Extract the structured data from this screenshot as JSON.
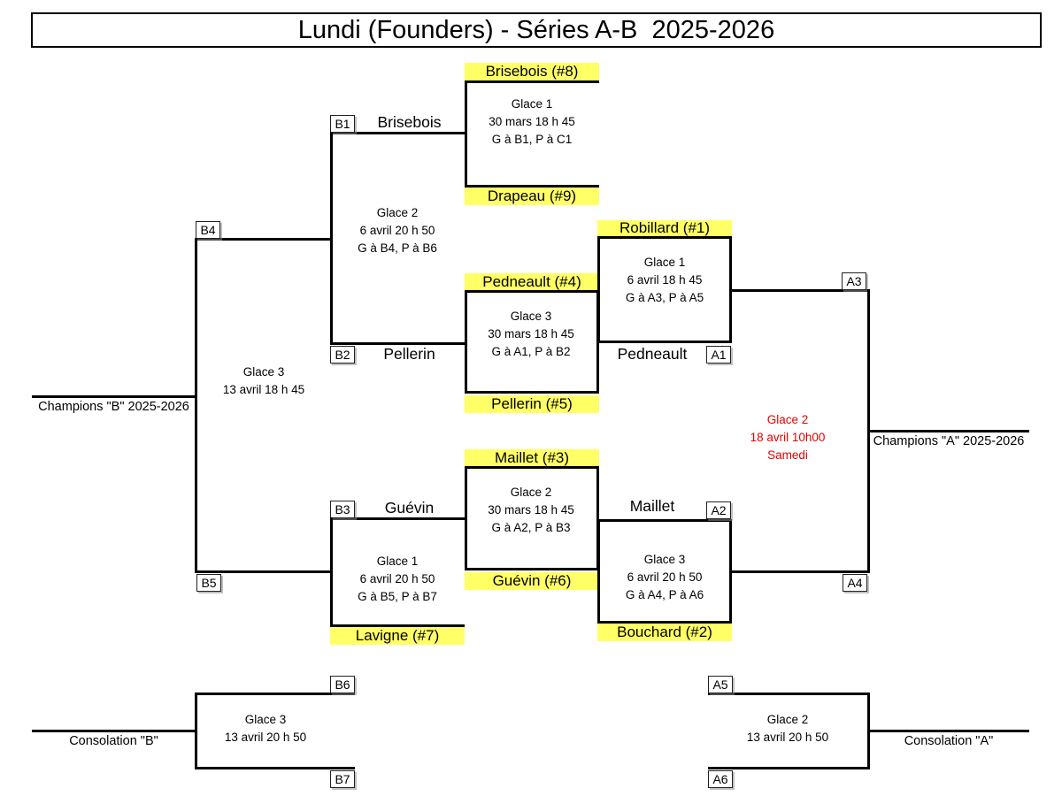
{
  "title": "Lundi (Founders) - Séries A-B  2025-2026",
  "colors": {
    "highlight_yellow": "#ffff66",
    "final_red": "#e60000",
    "line_black": "#000000"
  },
  "seeds": {
    "brisebois": "Brisebois (#8)",
    "drapeau": "Drapeau (#9)",
    "robillard": "Robillard (#1)",
    "pedneault": "Pedneault (#4)",
    "pellerin": "Pellerin (#5)",
    "maillet": "Maillet (#3)",
    "guevin": "Guévin (#6)",
    "lavigne": "Lavigne (#7)",
    "bouchard": "Bouchard (#2)"
  },
  "slots": {
    "b1": "B1",
    "b2": "B2",
    "b3": "B3",
    "b4": "B4",
    "b5": "B5",
    "b6": "B6",
    "b7": "B7",
    "a1": "A1",
    "a2": "A2",
    "a3": "A3",
    "a4": "A4",
    "a5": "A5",
    "a6": "A6"
  },
  "advancers": {
    "b1": "Brisebois",
    "b2": "Pellerin",
    "b3": "Guévin",
    "a1": "Pedneault",
    "a2": "Maillet"
  },
  "matches": {
    "playin_b": {
      "venue": "Glace 1",
      "datetime": "30 mars 18 h 45",
      "result": "G à B1, P à C1"
    },
    "b1_vs_b2": {
      "venue": "Glace 2",
      "datetime": "6 avril 20 h 50",
      "result": "G à B4, P à B6"
    },
    "quarter_a_top": {
      "venue": "Glace 3",
      "datetime": "30 mars 18 h 45",
      "result": "G à A1, P à B2"
    },
    "semi_a_top": {
      "venue": "Glace 1",
      "datetime": "6 avril 18 h 45",
      "result": "G à A3, P à A5"
    },
    "final_b": {
      "venue": "Glace 3",
      "datetime": "13 avril 18 h 45"
    },
    "final_a": {
      "venue": "Glace 2",
      "datetime": "18 avril 10h00",
      "note": "Samedi"
    },
    "quarter_a_bottom": {
      "venue": "Glace 2",
      "datetime": "30 mars 18 h 45",
      "result": "G à A2, P à B3"
    },
    "b3_vs_lavigne": {
      "venue": "Glace 1",
      "datetime": "6 avril 20 h 50",
      "result": "G à B5, P à B7"
    },
    "semi_a_bottom": {
      "venue": "Glace 3",
      "datetime": "6 avril 20 h 50",
      "result": "G à A4, P à A6"
    },
    "consolation_b": {
      "venue": "Glace 3",
      "datetime": "13 avril 20 h 50"
    },
    "consolation_a": {
      "venue": "Glace 2",
      "datetime": "13 avril 20 h 50"
    }
  },
  "outcomes": {
    "champions_b": "Champions \"B\" 2025-2026",
    "champions_a": "Champions \"A\" 2025-2026",
    "consolation_b": "Consolation \"B\"",
    "consolation_a": "Consolation \"A\""
  }
}
